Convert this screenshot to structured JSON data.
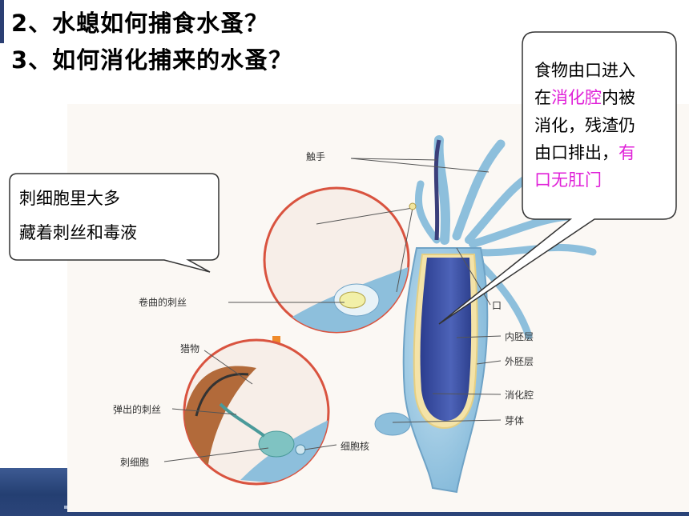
{
  "questions": {
    "q2": "2、水螅如何捕食水蚤？",
    "q3": "3、如何消化捕来的水蚤？"
  },
  "callout_left": {
    "line1": "刺细胞里大多",
    "line2": "藏着刺丝和毒液"
  },
  "callout_right": {
    "line1": "食物由口进入",
    "line2_prefix": "在",
    "line2_highlight": "消化腔",
    "line2_suffix": "内被",
    "line3": "消化，残渣仍",
    "line4_prefix": "由口排出，",
    "line4_highlight": "有",
    "line5_highlight": "口无肛门",
    "highlight_color": "#e020d8"
  },
  "diagram_labels": {
    "tentacle": "触手",
    "coiled_thread": "卷曲的刺丝",
    "prey": "猎物",
    "ejected_thread": "弹出的刺丝",
    "cnidocyte": "刺细胞",
    "nucleus": "细胞核",
    "mouth": "口",
    "endoderm": "内胚层",
    "ectoderm": "外胚层",
    "digestive_cavity": "消化腔",
    "bud": "芽体"
  }
}
